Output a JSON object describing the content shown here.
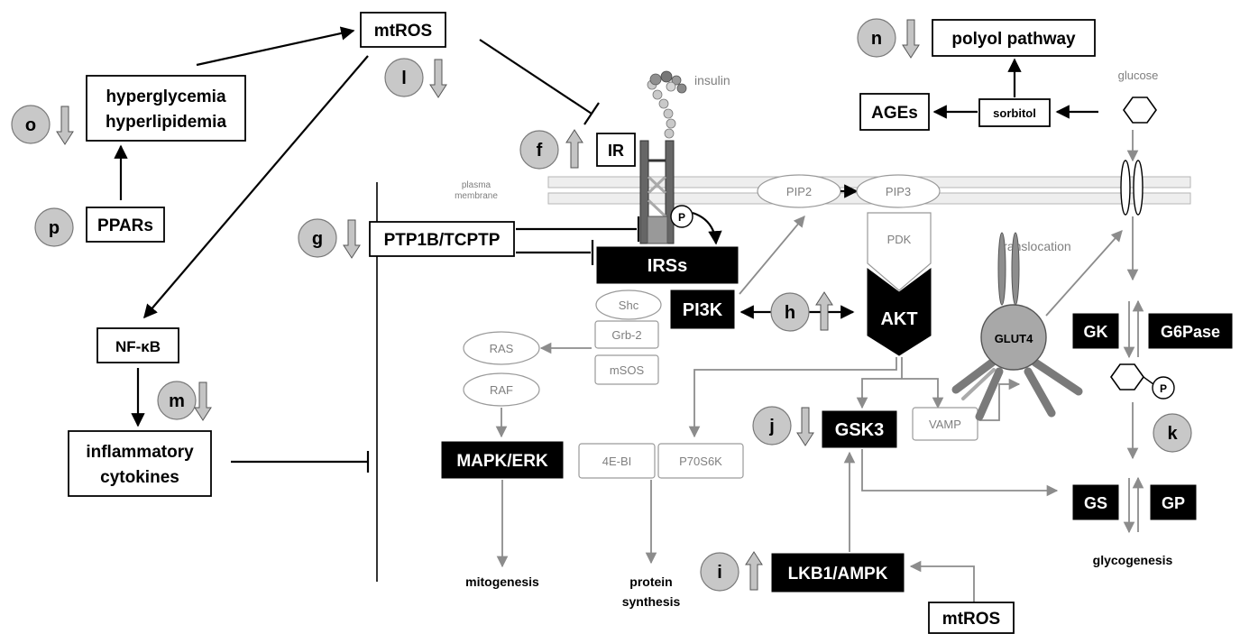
{
  "labels": {
    "mtros_top": "mtROS",
    "hyper_line1": "hyperglycemia",
    "hyper_line2": "hyperlipidemia",
    "ppars": "PPARs",
    "nfkb": "NF-κB",
    "cytokines_line1": "inflammatory",
    "cytokines_line2": "cytokines",
    "insulin": "insulin",
    "ir": "IR",
    "plasma_membrane_line1": "plasma",
    "plasma_membrane_line2": "membrane",
    "ptp": "PTP1B/TCPTP",
    "p_ir": "P",
    "irss": "IRSs",
    "pi3k": "PI3K",
    "shc": "Shc",
    "grb2": "Grb-2",
    "msos": "mSOS",
    "ras": "RAS",
    "raf": "RAF",
    "mapk": "MAPK/ERK",
    "mitogenesis": "mitogenesis",
    "fourebi": "4E-BI",
    "p70s6k": "P70S6K",
    "protein_line1": "protein",
    "protein_line2": "synthesis",
    "pip2": "PIP2",
    "pip3": "PIP3",
    "pdk": "PDK",
    "akt": "AKT",
    "gsk3": "GSK3",
    "vamp": "VAMP",
    "lkb1": "LKB1/AMPK",
    "mtros_bottom": "mtROS",
    "translocation": "translocation",
    "glut4": "GLUT4",
    "glucose": "glucose",
    "sorbitol": "sorbitol",
    "ages": "AGEs",
    "polyol": "polyol pathway",
    "gk": "GK",
    "g6pase": "G6Pase",
    "p_glucose": "P",
    "gs": "GS",
    "gp": "GP",
    "glycogenesis": "glycogenesis"
  },
  "markers": {
    "o": {
      "letter": "o",
      "direction": "down"
    },
    "p": {
      "letter": "p",
      "direction": "none"
    },
    "l": {
      "letter": "l",
      "direction": "down"
    },
    "m": {
      "letter": "m",
      "direction": "down"
    },
    "f": {
      "letter": "f",
      "direction": "up"
    },
    "g": {
      "letter": "g",
      "direction": "down"
    },
    "h": {
      "letter": "h",
      "direction": "up"
    },
    "j": {
      "letter": "j",
      "direction": "down"
    },
    "i": {
      "letter": "i",
      "direction": "up"
    },
    "n": {
      "letter": "n",
      "direction": "down"
    },
    "k": {
      "letter": "k",
      "direction": "none"
    }
  },
  "colors": {
    "dark_box": "#000000",
    "marker_fill": "#c8c8c8",
    "grey_line": "#8c8c8c",
    "g6pase_border": "#6aa84f"
  }
}
